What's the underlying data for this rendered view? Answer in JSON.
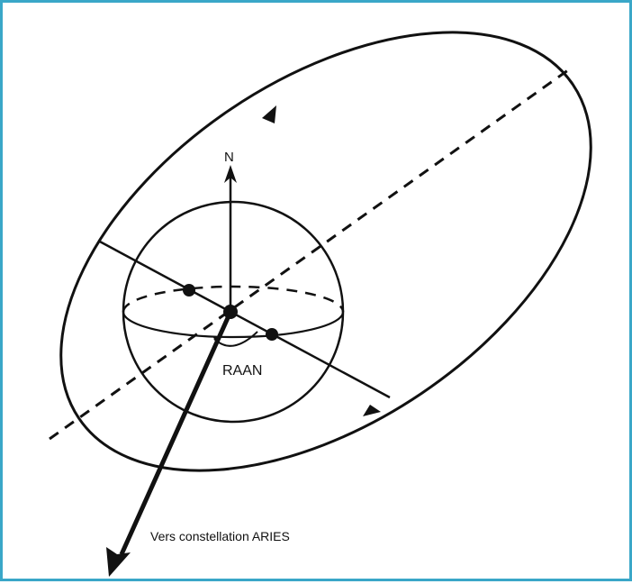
{
  "diagram": {
    "labels": {
      "north": "N",
      "raan": "RAAN",
      "aries": "Vers constellation ARIES"
    },
    "colors": {
      "frame_border": "#3aa7c8",
      "ink": "#111111",
      "background": "#ffffff"
    }
  }
}
